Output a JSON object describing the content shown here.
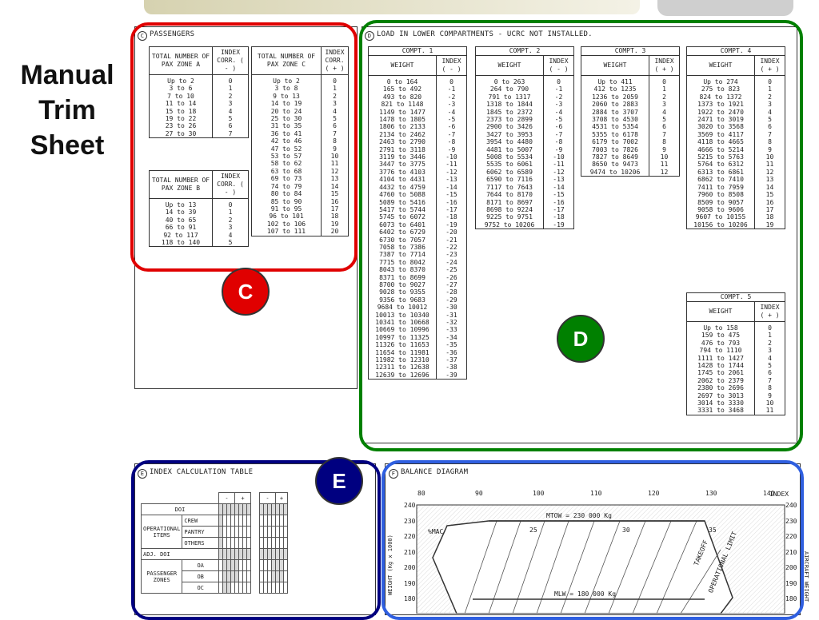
{
  "slide": {
    "title_lines": [
      "Manual",
      "Trim",
      "Sheet"
    ],
    "callouts": {
      "c": "C",
      "d": "D",
      "e": "E"
    },
    "colors": {
      "c": "#e00000",
      "d": "#008000",
      "e": "#000080",
      "balance": "#2f5fe0"
    }
  },
  "passengers": {
    "circle": "C",
    "title": "PASSENGERS",
    "zone_a": {
      "h1": "TOTAL NUMBER OF PAX ZONE A",
      "h2": "INDEX CORR. ( - )",
      "ranges": [
        "Up to 2",
        "3 to 6",
        "7 to 10",
        "11 to 14",
        "15 to 18",
        "19 to 22",
        "23 to 26",
        "27 to 30"
      ],
      "index": [
        "0",
        "1",
        "2",
        "3",
        "4",
        "5",
        "6",
        "7"
      ]
    },
    "zone_b": {
      "h1": "TOTAL NUMBER OF PAX ZONE B",
      "h2": "INDEX CORR. ( - )",
      "ranges": [
        "Up to 13",
        "14 to 39",
        "40 to 65",
        "66 to 91",
        "92 to 117",
        "118 to 140"
      ],
      "index": [
        "0",
        "1",
        "2",
        "3",
        "4",
        "5"
      ]
    },
    "zone_c": {
      "h1": "TOTAL NUMBER OF PAX ZONE C",
      "h2": "INDEX CORR. ( + )",
      "ranges": [
        "Up to 2",
        "3 to 8",
        "9 to 13",
        "14 to 19",
        "20 to 24",
        "25 to 30",
        "31 to 35",
        "36 to 41",
        "42 to 46",
        "47 to 52",
        "53 to 57",
        "58 to 62",
        "63 to 68",
        "69 to 73",
        "74 to 79",
        "80 to 84",
        "85 to 90",
        "91 to 95",
        "96 to 101",
        "102 to 106",
        "107 to 111"
      ],
      "index": [
        "0",
        "1",
        "2",
        "3",
        "4",
        "5",
        "6",
        "7",
        "8",
        "9",
        "10",
        "11",
        "12",
        "13",
        "14",
        "15",
        "16",
        "17",
        "18",
        "19",
        "20"
      ]
    }
  },
  "load": {
    "circle": "D",
    "title": "LOAD IN LOWER COMPARTMENTS - UCRC NOT INSTALLED.",
    "compt1": {
      "name": "COMPT. 1",
      "weight": "WEIGHT",
      "index_h": "INDEX ( - )",
      "ranges": [
        "0 to 164",
        "165 to 492",
        "493 to 820",
        "821 to 1148",
        "1149 to 1477",
        "1478 to 1805",
        "1806 to 2133",
        "2134 to 2462",
        "2463 to 2790",
        "2791 to 3118",
        "3119 to 3446",
        "3447 to 3775",
        "3776 to 4103",
        "4104 to 4431",
        "4432 to 4759",
        "4760 to 5088",
        "5089 to 5416",
        "5417 to 5744",
        "5745 to 6072",
        "6073 to 6401",
        "6402 to 6729",
        "6730 to 7057",
        "7058 to 7386",
        "7387 to 7714",
        "7715 to 8042",
        "8043 to 8370",
        "8371 to 8699",
        "8700 to 9027",
        "9028 to 9355",
        "9356 to 9683",
        "9684 to 10012",
        "10013 to 10340",
        "10341 to 10668",
        "10669 to 10996",
        "10997 to 11325",
        "11326 to 11653",
        "11654 to 11981",
        "11982 to 12310",
        "12311 to 12638",
        "12639 to 12696"
      ],
      "index": [
        "0",
        "-1",
        "-2",
        "-3",
        "-4",
        "-5",
        "-6",
        "-7",
        "-8",
        "-9",
        "-10",
        "-11",
        "-12",
        "-13",
        "-14",
        "-15",
        "-16",
        "-17",
        "-18",
        "-19",
        "-20",
        "-21",
        "-22",
        "-23",
        "-24",
        "-25",
        "-26",
        "-27",
        "-28",
        "-29",
        "-30",
        "-31",
        "-32",
        "-33",
        "-34",
        "-35",
        "-36",
        "-37",
        "-38",
        "-39"
      ]
    },
    "compt2": {
      "name": "COMPT. 2",
      "weight": "WEIGHT",
      "index_h": "INDEX ( - )",
      "ranges": [
        "0 to 263",
        "264 to 790",
        "791 to 1317",
        "1318 to 1844",
        "1845 to 2372",
        "2373 to 2899",
        "2900 to 3426",
        "3427 to 3953",
        "3954 to 4480",
        "4481 to 5007",
        "5008 to 5534",
        "5535 to 6061",
        "6062 to 6589",
        "6590 to 7116",
        "7117 to 7643",
        "7644 to 8170",
        "8171 to 8697",
        "8698 to 9224",
        "9225 to 9751",
        "9752 to 10206"
      ],
      "index": [
        "0",
        "-1",
        "-2",
        "-3",
        "-4",
        "-5",
        "-6",
        "-7",
        "-8",
        "-9",
        "-10",
        "-11",
        "-12",
        "-13",
        "-14",
        "-15",
        "-16",
        "-17",
        "-18",
        "-19"
      ]
    },
    "compt3": {
      "name": "COMPT. 3",
      "weight": "WEIGHT",
      "index_h": "INDEX ( + )",
      "ranges": [
        "Up to 411",
        "412 to 1235",
        "1236 to 2059",
        "2060 to 2883",
        "2884 to 3707",
        "3708 to 4530",
        "4531 to 5354",
        "5355 to 6178",
        "6179 to 7002",
        "7003 to 7826",
        "7827 to 8649",
        "8650 to 9473",
        "9474 to 10206"
      ],
      "index": [
        "0",
        "1",
        "2",
        "3",
        "4",
        "5",
        "6",
        "7",
        "8",
        "9",
        "10",
        "11",
        "12"
      ]
    },
    "compt4": {
      "name": "COMPT. 4",
      "weight": "WEIGHT",
      "index_h": "INDEX ( + )",
      "ranges": [
        "Up to 274",
        "275 to 823",
        "824 to 1372",
        "1373 to 1921",
        "1922 to 2470",
        "2471 to 3019",
        "3020 to 3568",
        "3569 to 4117",
        "4118 to 4665",
        "4666 to 5214",
        "5215 to 5763",
        "5764 to 6312",
        "6313 to 6861",
        "6862 to 7410",
        "7411 to 7959",
        "7960 to 8508",
        "8509 to 9057",
        "9058 to 9606",
        "9607 to 10155",
        "10156 to 10206"
      ],
      "index": [
        "0",
        "1",
        "2",
        "3",
        "4",
        "5",
        "6",
        "7",
        "8",
        "9",
        "10",
        "11",
        "12",
        "13",
        "14",
        "15",
        "16",
        "17",
        "18",
        "19"
      ]
    },
    "compt5": {
      "name": "COMPT. 5",
      "weight": "WEIGHT",
      "index_h": "INDEX ( + )",
      "ranges": [
        "Up to 158",
        "159 to 475",
        "476 to 793",
        "794 to 1110",
        "1111 to 1427",
        "1428 to 1744",
        "1745 to 2061",
        "2062 to 2379",
        "2380 to 2696",
        "2697 to 3013",
        "3014 to 3330",
        "3331 to 3468"
      ],
      "index": [
        "0",
        "1",
        "2",
        "3",
        "4",
        "5",
        "6",
        "7",
        "8",
        "9",
        "10",
        "11"
      ]
    }
  },
  "index_calc": {
    "circle": "E",
    "title": "INDEX CALCULATION TABLE",
    "minus": "-",
    "plus": "+",
    "doi": "DOI",
    "operational_items": "OPERATIONAL ITEMS",
    "crew": "CREW",
    "pantry": "PANTRY",
    "others": "OTHERS",
    "adj_doi": "ADJ. DOI",
    "passenger_zones": "PASSENGER ZONES",
    "oa": "OA",
    "ob": "OB",
    "oc": "OC"
  },
  "balance": {
    "circle": "F",
    "title": "BALANCE DIAGRAM",
    "index_label": "INDEX",
    "top_ticks": [
      "80",
      "90",
      "100",
      "110",
      "120",
      "130",
      "140"
    ],
    "y_ticks": [
      "240",
      "230",
      "220",
      "210",
      "200",
      "190",
      "180"
    ],
    "mtow": "MTOW = 230 000 Kg",
    "mlw": "MLW = 180 000 Kg",
    "mac": "%MAC",
    "mac_values": [
      "25",
      "30",
      "35"
    ],
    "takeoff": "TAKEOFF",
    "operational_limit": "OPERATIONAL LIMIT",
    "left_axis": "WEIGHT (Kg x 1000)",
    "right_axis": "AIRCRAFT WEIGHT"
  }
}
